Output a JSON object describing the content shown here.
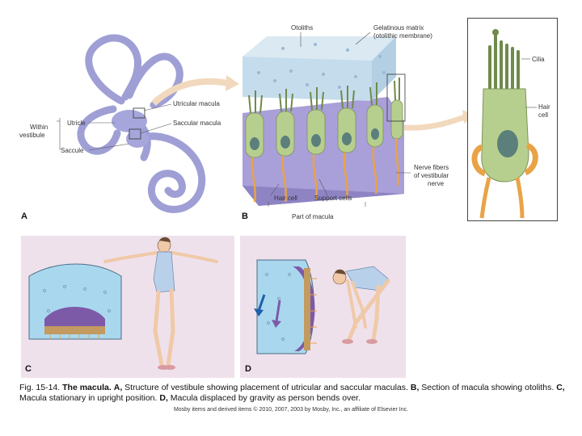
{
  "panel_a": {
    "letter": "A",
    "labels": {
      "utricular_macula": "Utricular macula",
      "utricle": "Utricle",
      "within_vestibule_1": "Within",
      "within_vestibule_2": "vestibule",
      "saccular_macula": "Saccular macula",
      "saccule": "Saccule"
    }
  },
  "panel_b": {
    "letter": "B",
    "labels": {
      "otoliths": "Otoliths",
      "gelatinous_matrix_1": "Gelatinous matrix",
      "gelatinous_matrix_2": "(otolithic membrane)",
      "nerve_fibers_1": "Nerve fibers",
      "nerve_fibers_2": "of vestibular",
      "nerve_fibers_3": "nerve",
      "hair_cell": "Hair cell",
      "support_cells": "Support cells",
      "part_of_macula": "Part of macula"
    }
  },
  "panel_b_inset": {
    "labels": {
      "cilia": "Cilia",
      "hair_cell_1": "Hair",
      "hair_cell_2": "cell"
    }
  },
  "panel_c": {
    "letter": "C"
  },
  "panel_d": {
    "letter": "D"
  },
  "caption": {
    "fig": "Fig. 15-14.",
    "title": "The macula.",
    "a_label": "A,",
    "a_text": "Structure of vestibule showing placement of utricular and saccular maculas.",
    "b_label": "B,",
    "b_text": "Section of macula showing otoliths.",
    "c_label": "C,",
    "c_text": "Macula stationary in upright position.",
    "d_label": "D,",
    "d_text": "Macula displaced by gravity as person bends over."
  },
  "credit": "Mosby items and derived items © 2010, 2007, 2003 by Mosby, Inc., an affiliate of Elsevier Inc.",
  "colors": {
    "labyrinth": "#9f9fd6",
    "hair_cell": "#b7cf8e",
    "nerve": "#e9a347",
    "fluid": "#a9d8ee",
    "macula_purple": "#7d5aa8",
    "skin": "#f0c9a8",
    "leotard": "#b8d0ea"
  }
}
